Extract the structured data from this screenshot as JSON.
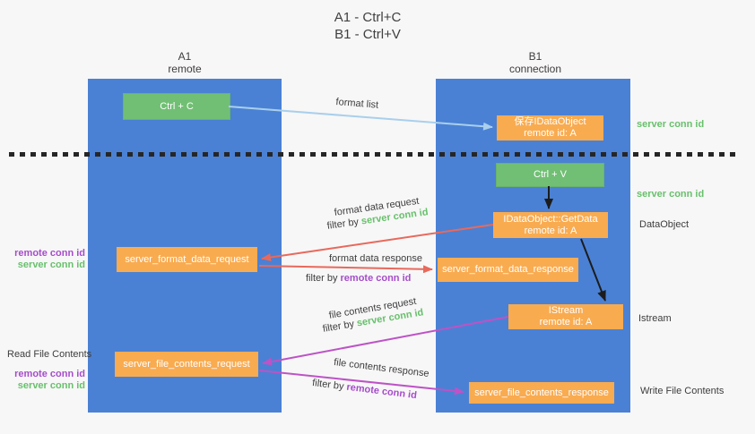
{
  "title": {
    "line1": "A1 - Ctrl+C",
    "line2": "B1 - Ctrl+V"
  },
  "columns": {
    "a": {
      "name": "A1",
      "role": "remote"
    },
    "b": {
      "name": "B1",
      "role": "connection"
    }
  },
  "boxes": {
    "ctrl_c": "Ctrl + C",
    "ctrl_v": "Ctrl + V",
    "save_idataobject": {
      "line1": "保存IDataObject",
      "line2": "remote id: A"
    },
    "getdata": {
      "line1": "IDataObject::GetData",
      "line2": "remote id: A"
    },
    "istream": {
      "line1": "IStream",
      "line2": "remote id: A"
    },
    "server_format_data_request": "server_format_data_request",
    "server_format_data_response": "server_format_data_response",
    "server_file_contents_request": "server_file_contents_request",
    "server_file_contents_response": "server_file_contents_response"
  },
  "arrow_labels": {
    "format_list": "format list",
    "format_data_request": "format data request",
    "format_data_response": "format data response",
    "file_contents_request": "file contents request",
    "file_contents_response": "file contents response",
    "filter_by": "filter by ",
    "server_conn_id": "server conn id",
    "remote_conn_id": "remote conn id"
  },
  "side_labels": {
    "server_conn_id": "server conn id",
    "remote_conn_id": "remote conn id",
    "dataobject": "DataObject",
    "istream": "Istream",
    "read_file_contents": "Read File Contents",
    "write_file_contents": "Write File Contents"
  },
  "colors": {
    "background": "#f7f7f7",
    "panel_blue": "#4a81d4",
    "box_green": "#71bf74",
    "box_orange": "#f9ab50",
    "box_text": "#ffffff",
    "text_dark": "#3d3d3d",
    "conn_green": "#68c06c",
    "conn_purple": "#a64ccb",
    "arrow_red": "#e8695c",
    "arrow_magenta": "#bd53c6",
    "arrow_blue": "#a9cfec",
    "arrow_black": "#1c1c1c",
    "dotted_line": "#262626"
  }
}
